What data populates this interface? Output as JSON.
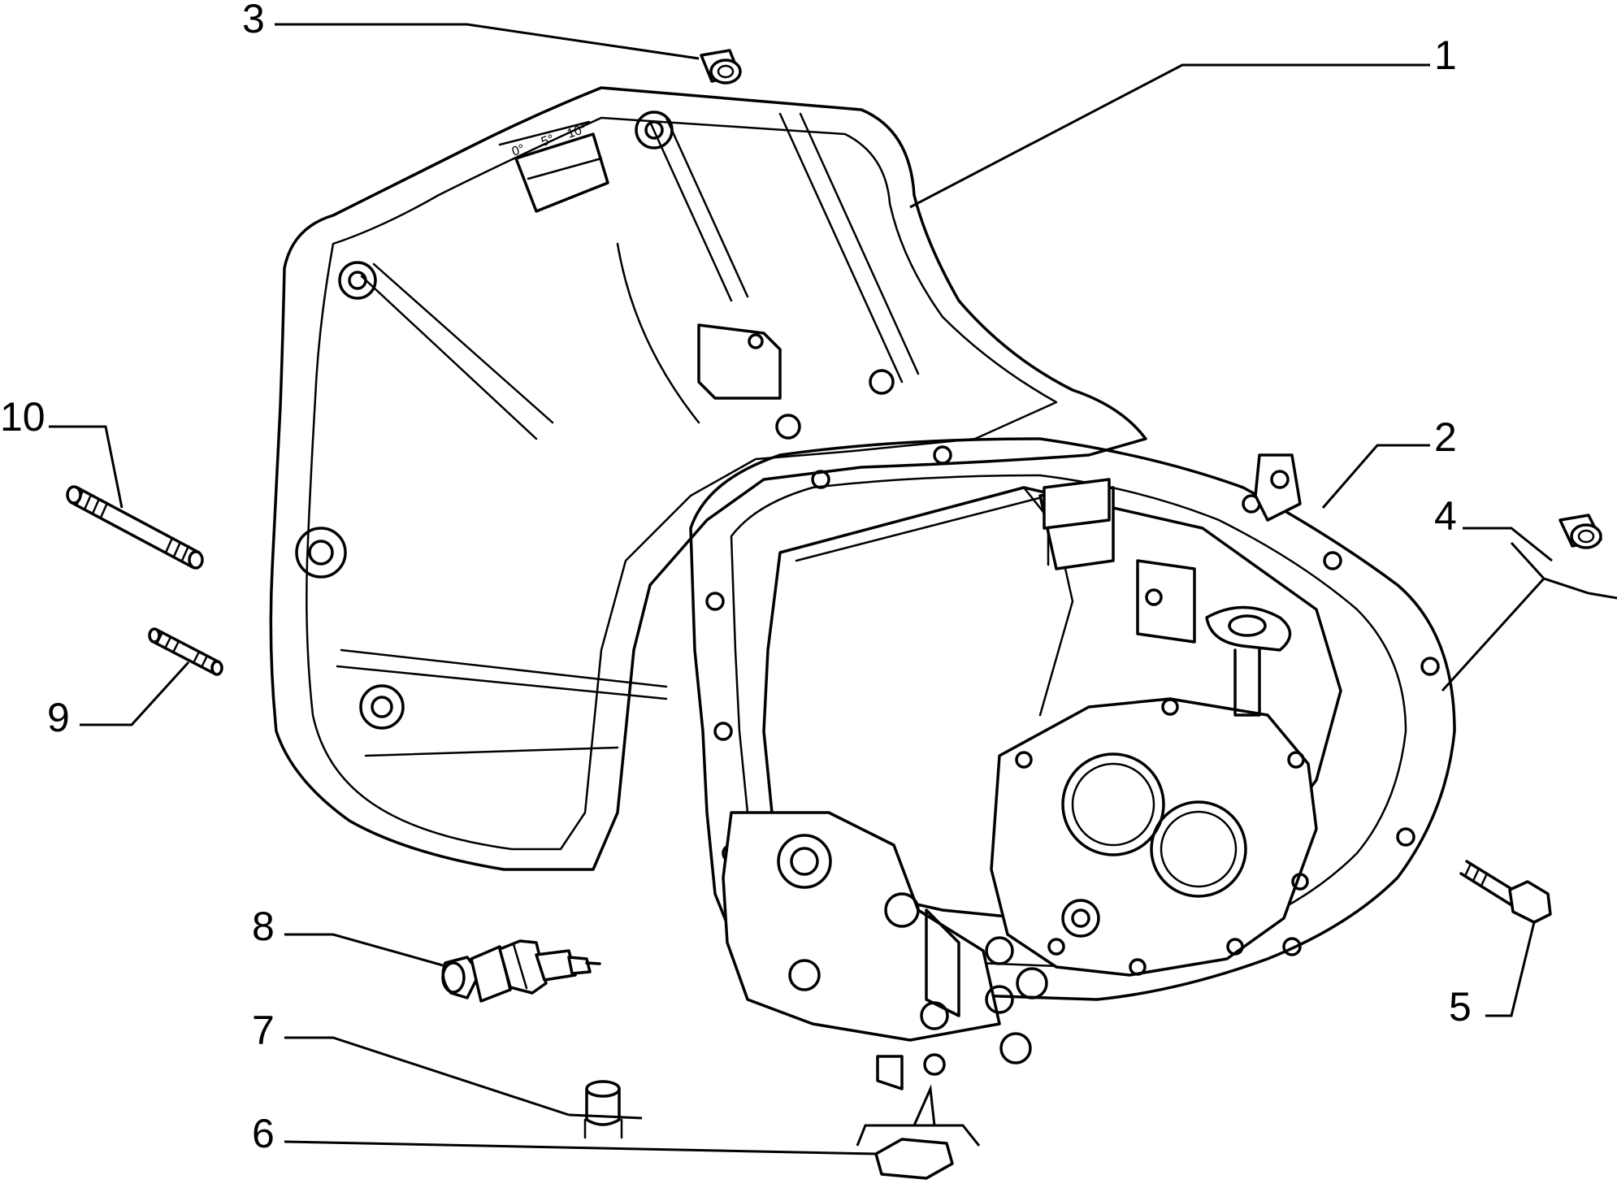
{
  "diagram": {
    "callouts": [
      {
        "id": "1",
        "label": "1"
      },
      {
        "id": "2",
        "label": "2"
      },
      {
        "id": "3",
        "label": "3"
      },
      {
        "id": "4",
        "label": "4"
      },
      {
        "id": "5",
        "label": "5"
      },
      {
        "id": "6",
        "label": "6"
      },
      {
        "id": "7",
        "label": "7"
      },
      {
        "id": "8",
        "label": "8"
      },
      {
        "id": "9",
        "label": "9"
      },
      {
        "id": "10",
        "label": "10"
      }
    ],
    "timing_scale": {
      "mark_0": "0°",
      "mark_5": "5°",
      "mark_10": "10°"
    },
    "colors": {
      "line": "#000000",
      "background": "#ffffff"
    }
  }
}
